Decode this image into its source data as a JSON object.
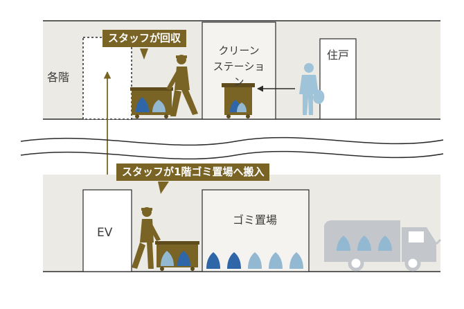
{
  "upper_floor": {
    "label": "各階",
    "clean_station_label": "クリーン\nステーション",
    "residence_label": "住戸",
    "callout": "スタッフが回収"
  },
  "ground_floor": {
    "ev_label": "EV",
    "garbage_area_label": "ゴミ置場",
    "callout": "スタッフが1階ゴミ置場へ搬入"
  },
  "colors": {
    "wall": "#eceae4",
    "staff": "#7a6425",
    "bag_dark": "#2f66a8",
    "bag_light": "#93b8d2",
    "resident": "#9fc3d9",
    "truck": "#c3c7cc",
    "line": "#2a2a2a",
    "ev_arrow": "#7a6425"
  },
  "icons": [
    "staff-figure-icon",
    "garbage-cart-icon",
    "garbage-bag-icon",
    "resident-figure-icon",
    "garbage-truck-icon",
    "elevator-arrow-icon"
  ]
}
